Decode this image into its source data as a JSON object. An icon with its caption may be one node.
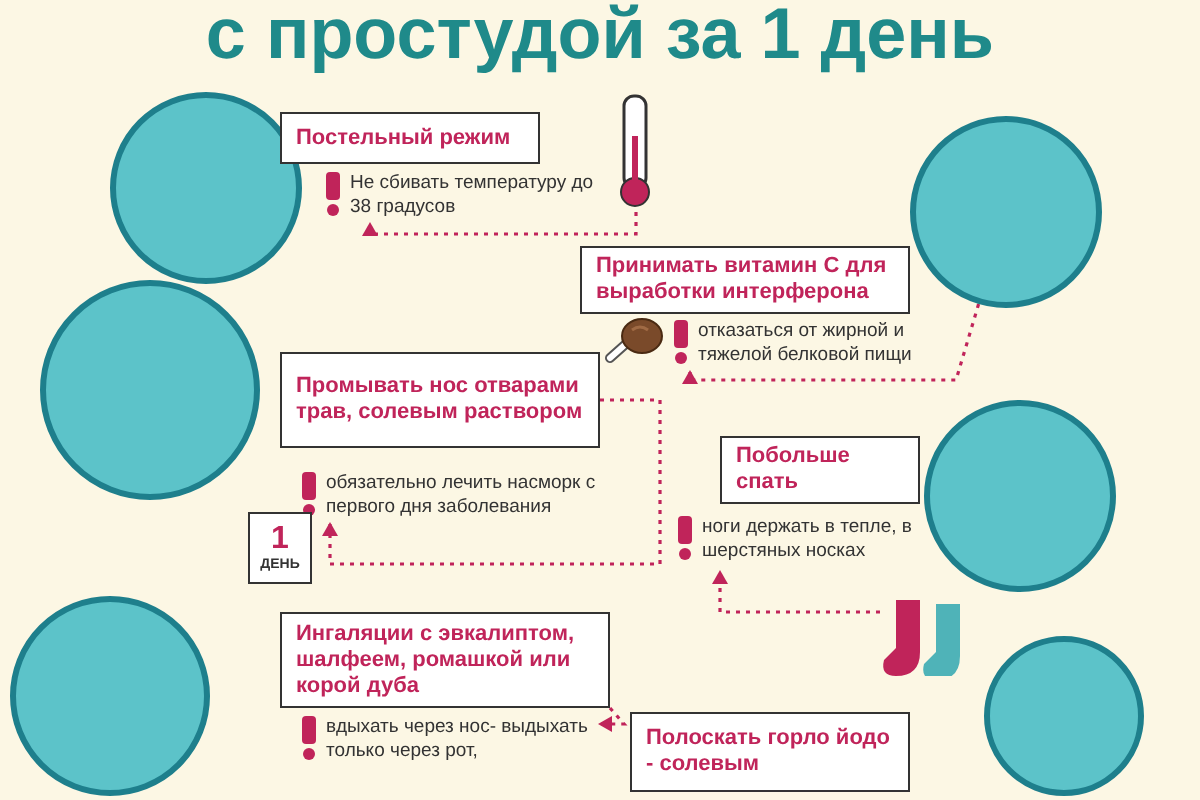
{
  "diagram": {
    "title": "с простудой за 1 день",
    "nodes": [
      {
        "text": [],
        "shape": "circle"
      },
      {
        "text": [
          "Постельный режим"
        ]
      },
      {
        "text": [
          "Не сбивать температуру до 38 градусов"
        ]
      },
      {
        "text": [],
        "shape": "picture"
      },
      {
        "text": [],
        "shape": "circle"
      },
      {
        "text": [
          "Принимать витамин С для выработки интерферона"
        ]
      },
      {
        "text": [
          "отказаться от жирной и тяжелой белковой пищи"
        ]
      },
      {
        "text": [],
        "shape": "picture"
      },
      {
        "text": [],
        "shape": "circle"
      },
      {
        "text": [
          "Промывать нос отварами трав, солевым раствором"
        ]
      },
      {
        "text": [
          "обязательно лечить насморк с первого дня заболевания"
        ]
      },
      {
        "text": [
          "1",
          "ДЕНЬ"
        ]
      },
      {
        "text": [],
        "shape": "circle"
      },
      {
        "text": [
          "Побольше спать"
        ]
      },
      {
        "text": [
          "ноги держать в тепле, в шерстяных носках"
        ]
      },
      {
        "text": [],
        "shape": "picture"
      },
      {
        "text": [],
        "shape": "circle"
      },
      {
        "text": [
          "Ингаляции с эвкалиптом, шалфеем, ромашкой или корой дуба"
        ]
      },
      {
        "text": [
          "вдыхать через нос- выдыхать только через рот,"
        ]
      },
      {
        "text": [
          "Полоскать горло йодо - солевым"
        ]
      },
      {
        "text": [],
        "shape": "circle"
      }
    ],
    "edges": [
      {
        "from": 3,
        "to": 2,
        "arrow": "to",
        "style": "dashed"
      },
      {
        "from": 4,
        "to": 6,
        "arrow": "to",
        "style": "dashed"
      },
      {
        "from": 9,
        "to": 10,
        "arrow": "to",
        "style": "dashed"
      },
      {
        "from": 15,
        "to": 14,
        "arrow": "to",
        "style": "dashed"
      },
      {
        "from": 17,
        "to": 18,
        "arrow": "to",
        "style": "dashed"
      }
    ]
  }
}
